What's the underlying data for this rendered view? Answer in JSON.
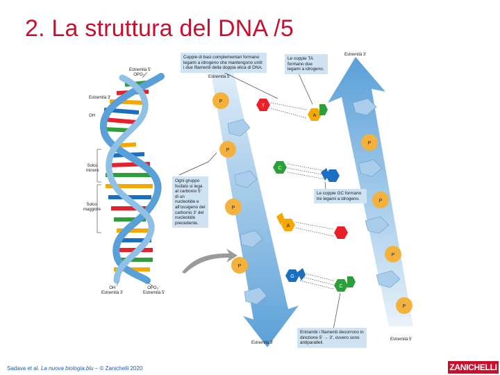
{
  "title": "2. La struttura del DNA /5",
  "footer": {
    "credit_prefix": "Sadava et al.",
    "credit_italic": "La nuova biologia.blu",
    "credit_suffix": "– © Zanichelli 2020",
    "logo": "ZANICHELLI"
  },
  "helix": {
    "label_top_right": "Estremità 5'",
    "label_top_right_group": "OPO₃⁻",
    "label_top_left": "Estremità 3'",
    "label_oh_left": "OH",
    "label_minor": "Solco minore",
    "label_major": "Solco maggiore",
    "label_bottom_left_group": "OH",
    "label_bottom_left": "Estremità 3'",
    "label_bottom_right_group": "OPO₃⁻",
    "label_bottom_right": "Estremità 5'"
  },
  "strands": {
    "left_top": "Estremità 5'",
    "left_bottom": "Estremità 3'",
    "right_top": "Estremità 3'",
    "right_bottom": "Estremità 5'"
  },
  "callouts": {
    "complementary": "Coppie di basi complementari formano legami a idrogeno che mantengono uniti i due filamenti della doppia elica di DNA.",
    "ta_pairs": "Le coppie TA formano due legami a idrogeno.",
    "phosphate": "Ogni gruppo fosfato si lega al carbonio 5' di un nucleotide e all'ossigeno del carbonio 3' del nucleotide precedente.",
    "gc_pairs": "Le coppie GC formano tre legami a idrogeno.",
    "antiparallel": "Entrambi i filamenti decorrono in direzione 5' → 3', ovvero sono antiparalleli."
  },
  "bases": {
    "t": "T",
    "a": "A",
    "c": "C",
    "g": "G"
  },
  "colors": {
    "title": "#c8102e",
    "thymine": "#e8202a",
    "adenine": "#f5a800",
    "cytosine": "#2e9e3a",
    "guanine": "#1b6fc2",
    "sugar": "#a9cdeb",
    "phosphate": "#f4b23c",
    "backbone": "#5aa0d8"
  }
}
